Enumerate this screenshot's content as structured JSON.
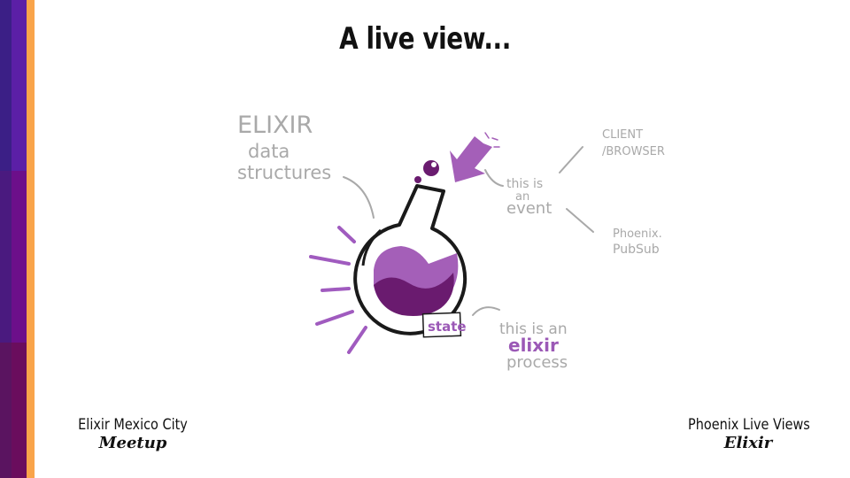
{
  "slide": {
    "title": "A live view..."
  },
  "illustration": {
    "label_elixir": "ELIXIR",
    "label_data": "data",
    "label_structures": "structures",
    "label_event_1": "this is",
    "label_event_2": "an",
    "label_event_3": "event",
    "label_client_1": "CLIENT",
    "label_client_2": "/BROWSER",
    "label_pubsub_1": "Phoenix.",
    "label_pubsub_2": "PubSub",
    "label_state": "state",
    "label_process_1": "this is an",
    "label_process_2": "elixir",
    "label_process_3": "process"
  },
  "footer": {
    "left_main": "Elixir Mexico City",
    "left_sub": "Meetup",
    "right_main": "Phoenix Live Views",
    "right_sub": "Elixir"
  },
  "colors": {
    "purple": "#9b59b6",
    "purple_dark": "#6a1b6f",
    "gray_text": "#a9a9a9",
    "orange": "#f9a44a"
  },
  "icons": {
    "flask": "flask-icon",
    "arrow": "event-arrow-icon"
  }
}
